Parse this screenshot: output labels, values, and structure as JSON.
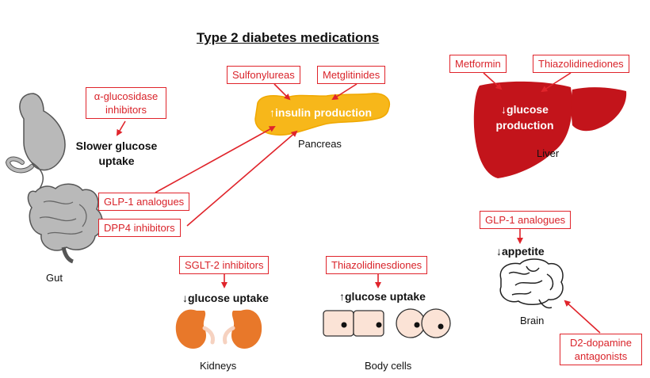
{
  "title": "Type 2 diabetes medications",
  "organs": {
    "gut": "Gut",
    "pancreas": "Pancreas",
    "liver": "Liver",
    "kidneys": "Kidneys",
    "body_cells": "Body cells",
    "brain": "Brain"
  },
  "effects": {
    "gut": "Slower glucose uptake",
    "gut_line1": "Slower glucose",
    "gut_line2": "uptake",
    "pancreas": "↑insulin production",
    "liver_line1": "↓glucose",
    "liver_line2": "production",
    "kidneys": "↓glucose uptake",
    "body_cells": "↑glucose uptake",
    "brain": "↓appetite"
  },
  "drugs": {
    "alpha_glucosidase_line1": "α-glucosidase",
    "alpha_glucosidase_line2": "inhibitors",
    "sulfonylureas": "Sulfonylureas",
    "metglitinides": "Metglitinides",
    "glp1_pancreas": "GLP-1 analogues",
    "dpp4": "DPP4 inhibitors",
    "metformin": "Metformin",
    "thiazolidinediones_liver": "Thiazolidinediones",
    "sglt2": "SGLT-2 inhibitors",
    "thiazolidinediones_cells": "Thiazolidinesdiones",
    "glp1_brain": "GLP-1 analogues",
    "d2_line1": "D2-dopamine",
    "d2_line2": "antagonists"
  },
  "colors": {
    "drug_border": "#e0242b",
    "drug_text": "#d9232a",
    "arrow": "#e0242b",
    "pancreas": "#f7b71a",
    "liver": "#c3141b",
    "kidney": "#e8782a",
    "gut": "#b9b9b9"
  }
}
